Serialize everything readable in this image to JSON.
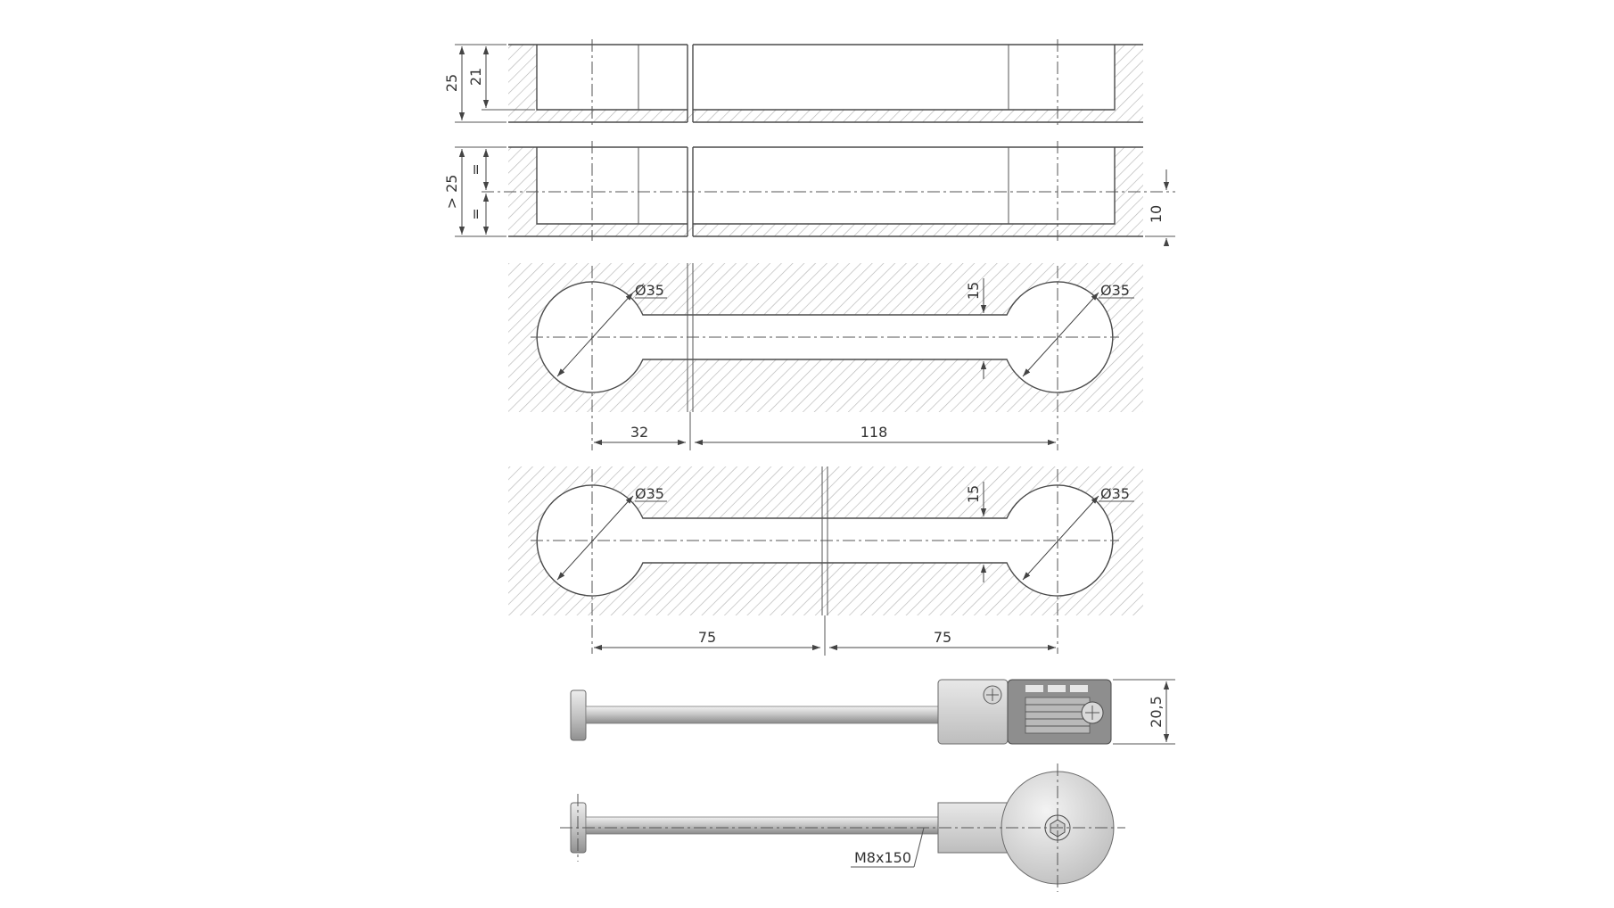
{
  "colors": {
    "line": "#4a4a4a",
    "hatch": "#b5b5b5",
    "metal_light": "#e4e4e4",
    "metal_dark": "#8e8e8e",
    "dimension_text": "#333333"
  },
  "view1": {
    "dim_total_height": "25",
    "dim_inner_height": "21"
  },
  "view2": {
    "dim_min_height": "> 25",
    "dim_equal_top": "=",
    "dim_equal_bottom": "=",
    "dim_offset": "10"
  },
  "view3": {
    "dia_left": "Ø35",
    "dia_right": "Ø35",
    "slot_width": "15",
    "dist_left": "32",
    "dist_right": "118"
  },
  "view4": {
    "dia_left": "Ø35",
    "dia_right": "Ø35",
    "slot_width": "15",
    "dist_left": "75",
    "dist_right": "75"
  },
  "connector_side": {
    "dim_height": "20,5"
  },
  "connector_top": {
    "thread_label": "M8x150"
  }
}
